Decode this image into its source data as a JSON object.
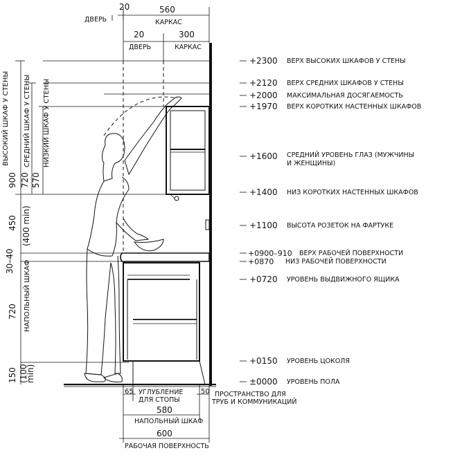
{
  "top_dims": {
    "door_w": "20",
    "frame_w": "560",
    "door_label": "ДВЕРЬ",
    "frame_label": "КАРКАС",
    "door_w2": "20",
    "frame_w2": "300",
    "door_label2": "ДВЕРЬ",
    "frame_label2": "КАРКАС"
  },
  "levels": [
    {
      "value": "+2300",
      "text": "ВЕРХ ВЫСОКИХ ШКАФОВ У СТЕНЫ"
    },
    {
      "value": "+2120",
      "text": "ВЕРХ СРЕДНИХ ШКАФОВ У СТЕНЫ"
    },
    {
      "value": "+2000",
      "text": "МАКСИМАЛЬНАЯ ДОСЯГАЕМОСТЬ"
    },
    {
      "value": "+1970",
      "text": "ВЕРХ КОРОТКИХ НАСТЕННЫХ ШКАФОВ"
    },
    {
      "value": "+1600",
      "text": "СРЕДНИЙ УРОВЕНЬ ГЛАЗ (МУЖЧИНЫ",
      "text2": "И ЖЕНЩИНЫ)"
    },
    {
      "value": "+1400",
      "text": "НИЗ КОРОТКИХ НАСТЕННЫХ ШКАФОВ"
    },
    {
      "value": "+1100",
      "text": "ВЫСОТА РОЗЕТОК НА ФАРТУКЕ"
    },
    {
      "value": "+0900–910",
      "text": "ВЕРХ РАБОЧЕЙ ПОВЕРХНОСТИ"
    },
    {
      "value": "+0870",
      "text": "НИЗ РАБОЧЕЙ ПОВЕРХНОСТИ"
    },
    {
      "value": "+0720",
      "text": "УРОВЕНЬ ВЫДВИЖНОГО ЯЩИКА"
    },
    {
      "value": "+0150",
      "text": "УРОВЕНЬ ЦОКОЛЯ"
    },
    {
      "value": "±0000",
      "text": "УРОВЕНЬ ПОЛА"
    }
  ],
  "left_dims": {
    "d900": "900",
    "d720top": "720",
    "d570": "570",
    "tall_label": "ВЫСОКИЙ ШКАФ У СТЕНЫ",
    "mid_label": "СРЕДНИЙ ШКАФ У СТЕНЫ",
    "low_label": "НИЗКИЙ ШКАФ У СТЕНЫ",
    "d450": "450",
    "d400min": "(400 min)",
    "d3040": "30–40",
    "d720": "720",
    "floor_label": "НАПОЛЬНЫЙ ШКАФ",
    "d150": "150",
    "d100": "(100",
    "dmin": "min)"
  },
  "bottom_dims": {
    "d65": "65",
    "toe_label1": "УГЛУБЛЕНИЕ",
    "toe_label2": "ДЛЯ СТОПЫ",
    "d50": "50",
    "space_label1": "ПРОСТРАНСТВО ДЛЯ",
    "space_label2": "ТРУБ И КОММУНИКАЦИЙ",
    "d580": "580",
    "floor_cab_label": "НАПОЛЬНЫЙ ШКАФ",
    "d600": "600",
    "work_label": "РАБОЧАЯ ПОВЕРХНОСТЬ"
  }
}
